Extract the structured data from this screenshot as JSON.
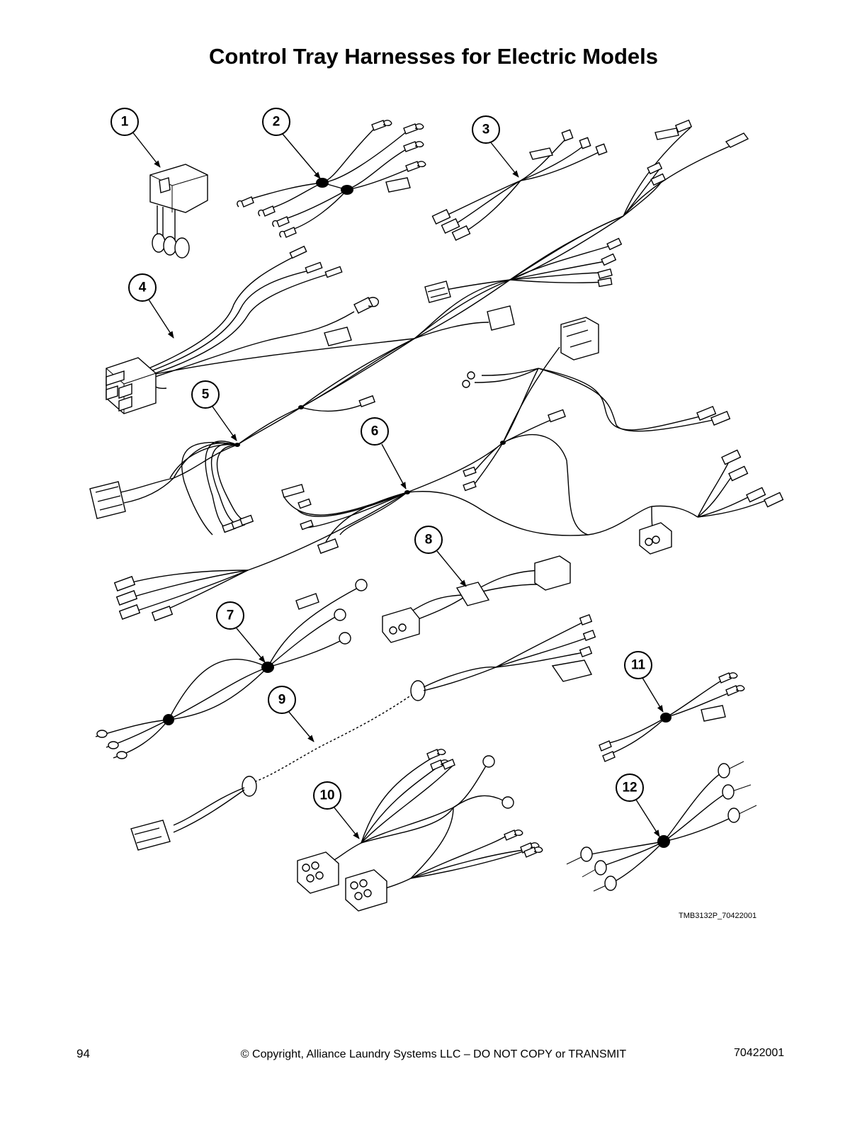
{
  "page": {
    "title": "Control Tray Harnesses for Electric Models",
    "figure_id": "TMB3132P_70422001",
    "page_number": "94",
    "copyright": "© Copyright, Alliance Laundry Systems LLC – DO NOT COPY or TRANSMIT",
    "document_number": "70422001"
  },
  "callouts": [
    {
      "id": "1",
      "label": "1"
    },
    {
      "id": "2",
      "label": "2"
    },
    {
      "id": "3",
      "label": "3"
    },
    {
      "id": "4",
      "label": "4"
    },
    {
      "id": "5",
      "label": "5"
    },
    {
      "id": "6",
      "label": "6"
    },
    {
      "id": "7",
      "label": "7"
    },
    {
      "id": "8",
      "label": "8"
    },
    {
      "id": "9",
      "label": "9"
    },
    {
      "id": "10",
      "label": "10"
    },
    {
      "id": "11",
      "label": "11"
    },
    {
      "id": "12",
      "label": "12"
    }
  ]
}
